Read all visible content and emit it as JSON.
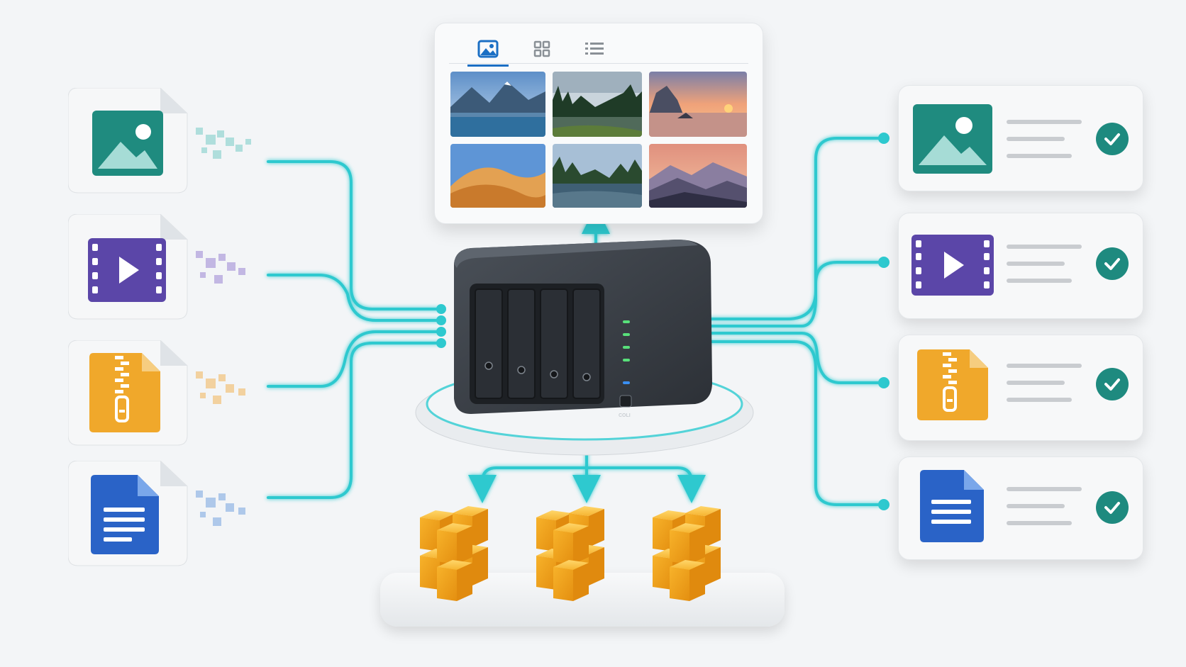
{
  "gallery": {
    "tabs": [
      {
        "icon": "image-icon",
        "active": true
      },
      {
        "icon": "grid-icon",
        "active": false
      },
      {
        "icon": "list-icon",
        "active": false
      }
    ],
    "thumbnails": [
      "mountain-lake-thumbnail",
      "forest-lake-thumbnail",
      "sunset-coast-thumbnail",
      "desert-dunes-thumbnail",
      "river-forest-thumbnail",
      "misty-mountains-thumbnail"
    ]
  },
  "source_files": [
    {
      "icon": "image-file-icon",
      "color": "#1f8b7f"
    },
    {
      "icon": "video-file-icon",
      "color": "#5b46a8"
    },
    {
      "icon": "zip-file-icon",
      "color": "#f0a82b"
    },
    {
      "icon": "document-file-icon",
      "color": "#2a63c7"
    }
  ],
  "results": [
    {
      "icon": "image-file-icon",
      "status": "check-icon"
    },
    {
      "icon": "video-file-icon",
      "status": "check-icon"
    },
    {
      "icon": "zip-file-icon",
      "status": "check-icon"
    },
    {
      "icon": "document-file-icon",
      "status": "check-icon"
    }
  ],
  "nas": {
    "label": "COLI"
  },
  "storage_blocks": [
    "block-cluster-1",
    "block-cluster-2",
    "block-cluster-3"
  ],
  "colors": {
    "connector": "#2ec9cf",
    "accent": "#1b6fc4",
    "check": "#1e8a7f",
    "block": "#f3a51c"
  }
}
